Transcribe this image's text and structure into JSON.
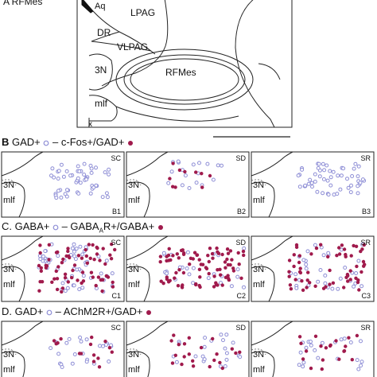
{
  "panel_a": {
    "title_fragment": "A  RFMes",
    "labels": [
      "Aq",
      "LPAG",
      "DR",
      "VLPAG",
      "3N",
      "RFMes",
      "mlf",
      "x"
    ]
  },
  "colors": {
    "gad_only": "#8f8fd6",
    "double_labeled": "#a01a4c",
    "outline": "#222222"
  },
  "rows": [
    {
      "id": "B",
      "heading_letter": "B",
      "heading_text": "GAD+",
      "heading_mid": " – c-Fos+/GAD+",
      "panels": [
        {
          "corner": "SC",
          "tag": "B1",
          "labels": [
            "3N",
            "mlf"
          ]
        },
        {
          "corner": "SD",
          "tag": "B2",
          "labels": [
            "3N",
            "mlf"
          ]
        },
        {
          "corner": "SR",
          "tag": "B3",
          "labels": [
            "3N",
            "mlf"
          ]
        }
      ]
    },
    {
      "id": "C",
      "heading_letter": "C.",
      "heading_text": "GABA+",
      "heading_mid": " – GABA",
      "heading_sub": "A",
      "heading_tail": "R+/GABA+",
      "panels": [
        {
          "corner": "SC",
          "tag": "C1",
          "labels": [
            "3N",
            "mlf"
          ]
        },
        {
          "corner": "SD",
          "tag": "C2",
          "labels": [
            "3N",
            "mlf"
          ]
        },
        {
          "corner": "SR",
          "tag": "C3",
          "labels": [
            "3N",
            "mlf"
          ]
        }
      ]
    },
    {
      "id": "D",
      "heading_letter": "D.",
      "heading_text": "GAD+",
      "heading_mid": " – AChM2R+/GAD+",
      "panels": [
        {
          "corner": "SC",
          "labels": [
            "3N",
            "mlf"
          ]
        },
        {
          "corner": "SD",
          "labels": [
            "3N",
            "mlf"
          ]
        },
        {
          "corner": "SR",
          "labels": [
            "3N",
            "mlf"
          ]
        }
      ]
    }
  ]
}
